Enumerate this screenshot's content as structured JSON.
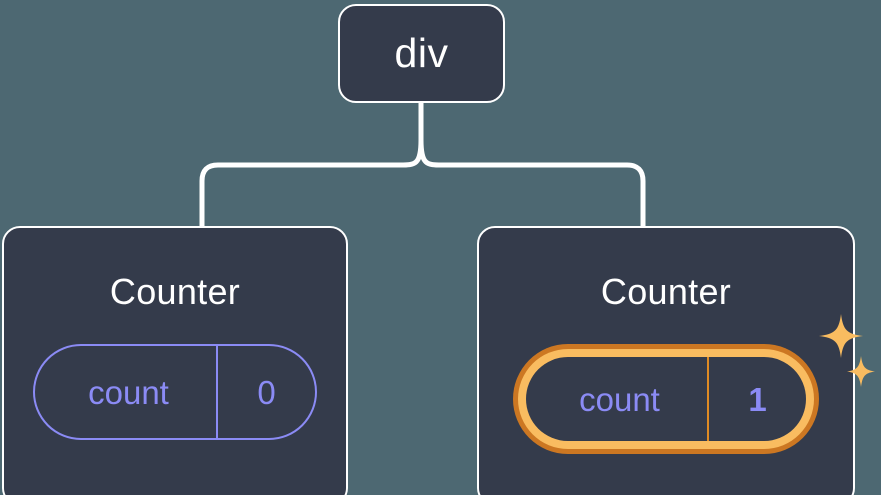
{
  "diagram": {
    "type": "component-tree",
    "background_color": "#4d6872",
    "node_fill": "#343b4b",
    "node_border": "#ffffff",
    "connector_color": "#ffffff",
    "state_color": "#8b8bf5",
    "highlight_outer_color": "#cc7722",
    "highlight_inner_color": "#f9bc60",
    "title": ""
  },
  "root": {
    "label": "div"
  },
  "children": [
    {
      "title": "Counter",
      "state": {
        "key": "count",
        "value": "0"
      },
      "highlighted": false
    },
    {
      "title": "Counter",
      "state": {
        "key": "count",
        "value": "1"
      },
      "highlighted": true,
      "sparkles": [
        "sparkle-large",
        "sparkle-small"
      ]
    }
  ]
}
